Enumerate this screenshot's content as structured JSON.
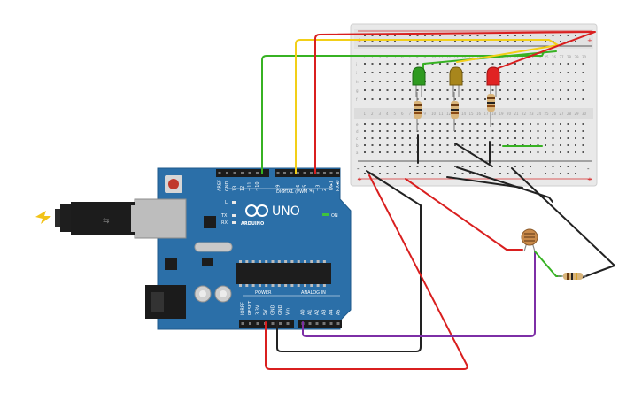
{
  "arduino": {
    "brand": "ARDUINO",
    "model": "UNO",
    "digital_header": "DIGITAL (PWM ~)",
    "power_header": "POWER",
    "analog_header": "ANALOG IN",
    "on_label": "ON",
    "led_labels": [
      "L",
      "TX",
      "RX"
    ],
    "digital_pins": [
      "AREF",
      "GND",
      "13",
      "12",
      "~11",
      "~10",
      "~9",
      "8",
      "7",
      "~6",
      "~5",
      "4",
      "~3",
      "2",
      "TX▸1",
      "RX◂0"
    ],
    "power_pins": [
      "IOREF",
      "RESET",
      "3.3V",
      "5V",
      "GND",
      "GND",
      "Vin"
    ],
    "analog_pins": [
      "A0",
      "A1",
      "A2",
      "A3",
      "A4",
      "A5"
    ]
  },
  "breadboard": {
    "rail_marks": [
      "+",
      "-"
    ],
    "row_letters_top": [
      "j",
      "i",
      "h",
      "g",
      "f"
    ],
    "row_letters_bottom": [
      "e",
      "d",
      "c",
      "b",
      "a"
    ],
    "column_count": 30
  },
  "components": {
    "leds": [
      {
        "color_name": "green",
        "color": "#2e9a1f"
      },
      {
        "color_name": "yellow",
        "color": "#a8861c"
      },
      {
        "color_name": "red",
        "color": "#e02222"
      }
    ],
    "photoresistor": "photoresistor",
    "resistor": "resistor"
  },
  "wire_colors": {
    "red": "#d91f1f",
    "black": "#222222",
    "green": "#37b223",
    "yellow": "#f2cf18",
    "purple": "#7d2fa6"
  },
  "board_color": "#2b6fa8"
}
